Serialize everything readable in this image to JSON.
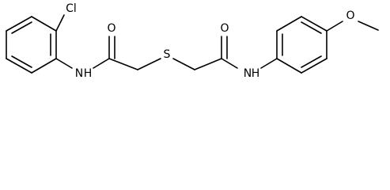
{
  "molecule": {
    "atoms": {
      "chlorine": "Cl",
      "amide_oxygen_left": "O",
      "amide_nitrogen_left": "N",
      "amide_hydrogen_left": "H",
      "sulfur": "S",
      "amide_oxygen_right": "O",
      "amide_nitrogen_right": "N",
      "amide_hydrogen_right": "H",
      "ether_oxygen": "O"
    }
  }
}
